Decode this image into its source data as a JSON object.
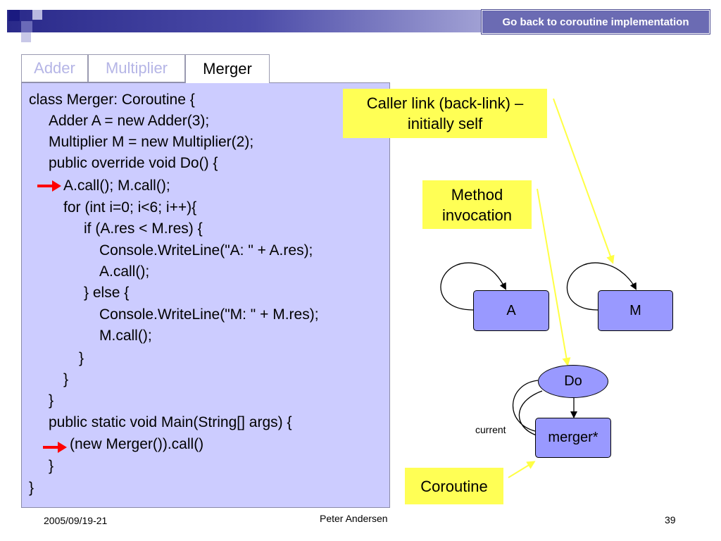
{
  "header": {
    "back_button": "Go back to coroutine implementation"
  },
  "tabs": [
    {
      "label": "Adder",
      "active": false
    },
    {
      "label": "Multiplier",
      "active": false
    },
    {
      "label": "Merger",
      "active": true
    }
  ],
  "code": [
    "class Merger: Coroutine {",
    "Adder A = new Adder(3);",
    "Multiplier M = new Multiplier(2);",
    "public override void Do() {",
    "A.call(); M.call();",
    "for (int i=0; i<6; i++){",
    "if (A.res < M.res) {",
    "Console.WriteLine(\"A: \" + A.res);",
    "A.call();",
    "} else {",
    "Console.WriteLine(\"M: \" + M.res);",
    "M.call();",
    "}",
    "}",
    "}",
    "public static void Main(String[] args) {",
    "(new Merger()).call()",
    "}",
    "}"
  ],
  "callouts": {
    "caller_link": "Caller link (back-link) – initially self",
    "method_invocation": "Method invocation",
    "coroutine": "Coroutine"
  },
  "diagram": {
    "node_a": "A",
    "node_m": "M",
    "node_do": "Do",
    "node_merger": "merger*",
    "current_label": "current"
  },
  "footer": {
    "date": "2005/09/19-21",
    "author": "Peter Andersen",
    "page": "39"
  },
  "colors": {
    "code_bg": "#ccccff",
    "callout_bg": "#ffff55",
    "node_bg": "#9999ff",
    "arrow_red": "#ff0000",
    "pointer_yellow": "#ffff44"
  }
}
